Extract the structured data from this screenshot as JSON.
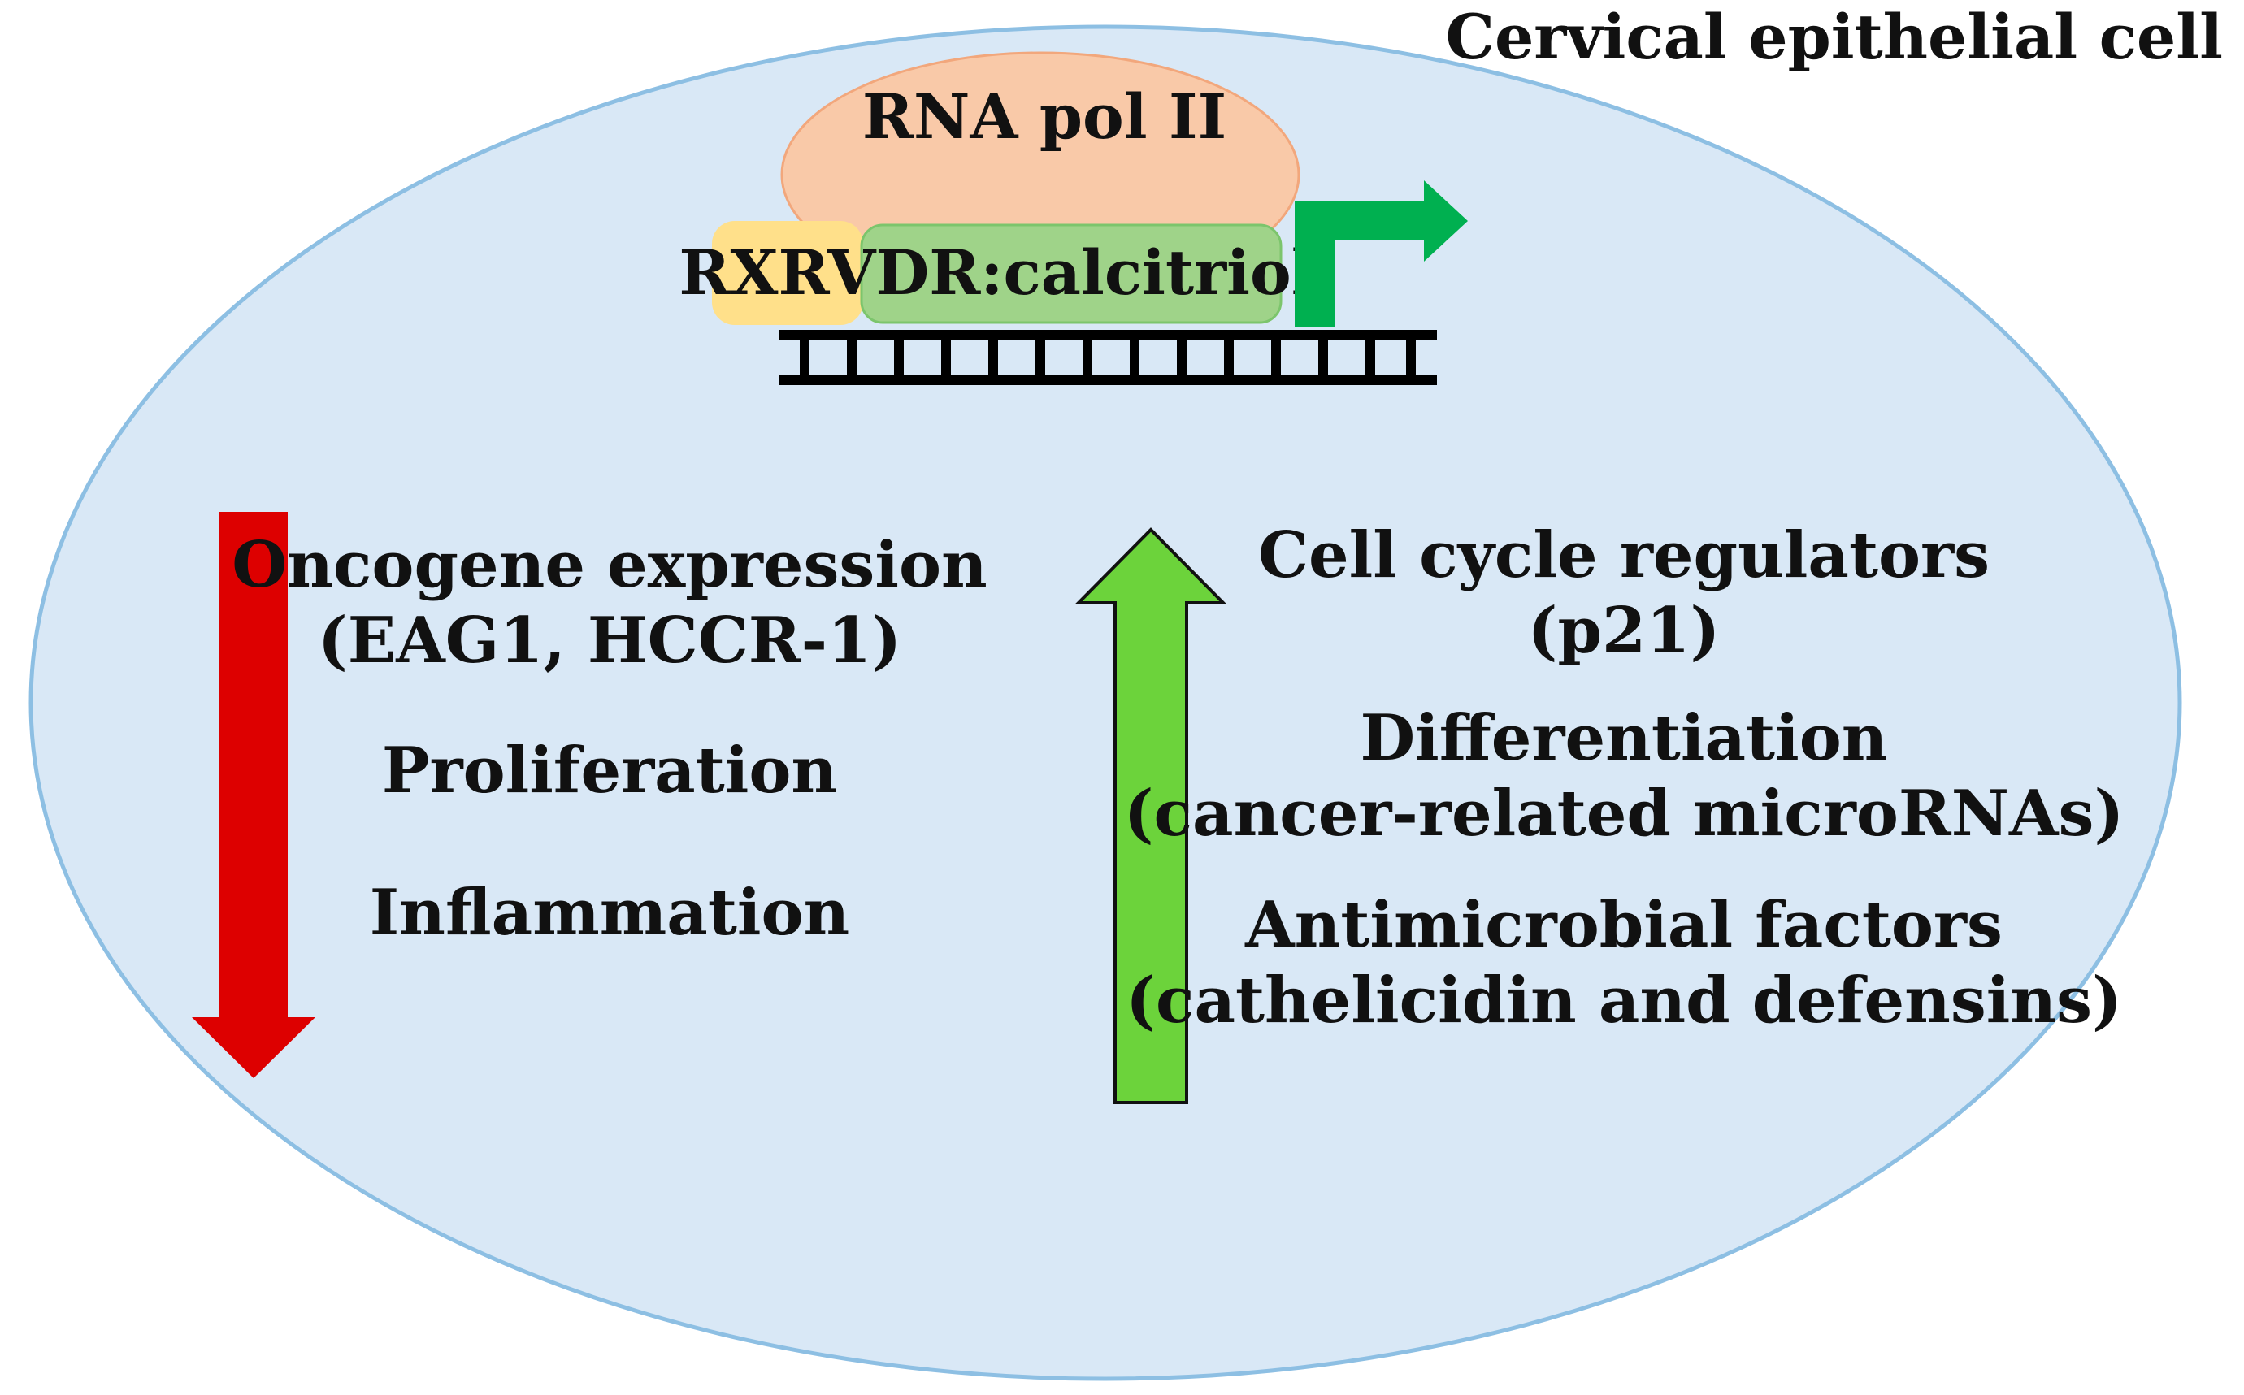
{
  "title": "Cervical epithelial cell",
  "complex": {
    "rna_pol": "RNA pol II",
    "rxr": "RXR",
    "vdr": "VDR:calcitriol"
  },
  "decreased": {
    "direction": "down",
    "arrow_color": "#dd0000",
    "items": [
      {
        "line1": "Oncogene expression",
        "line2": "(EAG1, HCCR-1)"
      },
      {
        "line1": "Proliferation"
      },
      {
        "line1": "Inflammation"
      }
    ]
  },
  "increased": {
    "direction": "up",
    "arrow_color": "#6cd33b",
    "items": [
      {
        "line1": "Cell cycle regulators",
        "line2": "(p21)"
      },
      {
        "line1": "Differentiation",
        "line2": "(cancer-related microRNAs)"
      },
      {
        "line1": "Antimicrobial factors",
        "line2": "(cathelicidin and defensins)"
      }
    ]
  },
  "colors": {
    "cell_fill": "#d9e8f6",
    "cell_stroke": "#8dbfe3",
    "rna_pol_fill": "#f9c9a8",
    "rxr_fill": "#ffe08a",
    "vdr_fill": "#9fd389",
    "promoter_arrow": "#00b050"
  }
}
